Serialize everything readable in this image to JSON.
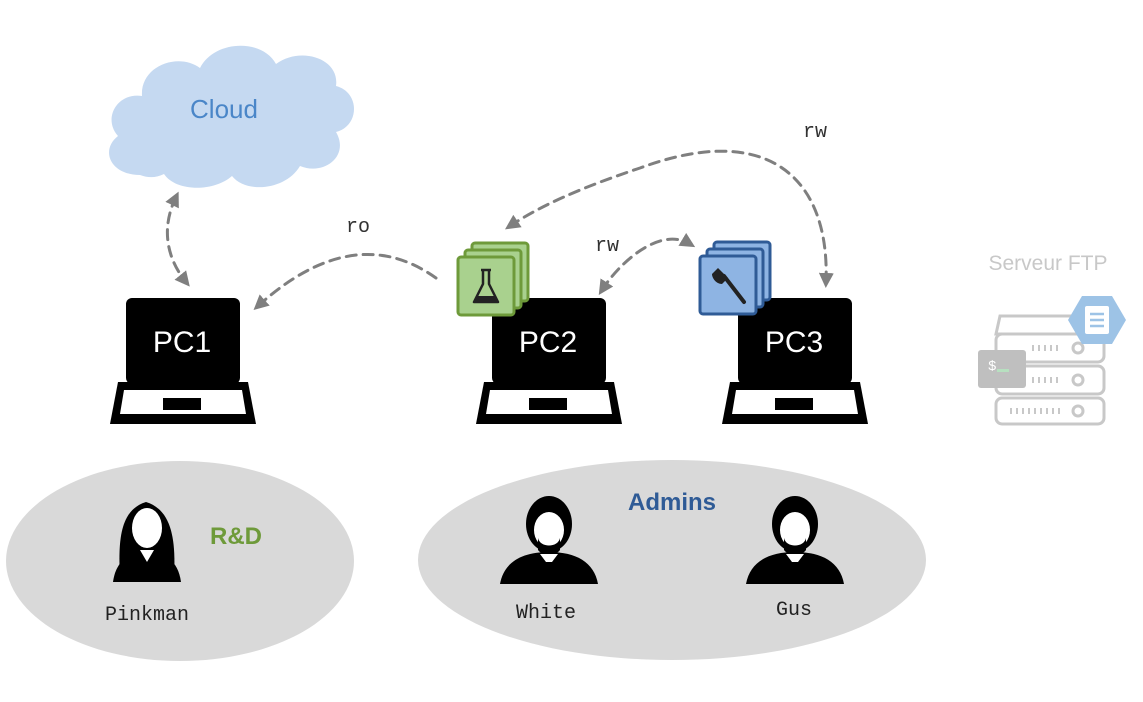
{
  "cloud": {
    "label": "Cloud",
    "color": "#4a86c8",
    "fill": "#c5d9f1"
  },
  "computers": [
    {
      "label": "PC1"
    },
    {
      "label": "PC2"
    },
    {
      "label": "PC3"
    }
  ],
  "connections": [
    {
      "label": "ro",
      "from": "PC2",
      "to": "PC1"
    },
    {
      "label": "rw",
      "from": "PC2",
      "to": "PC3"
    },
    {
      "label": "rw",
      "from": "PC3",
      "to": "PC2"
    }
  ],
  "server": {
    "label": "Serveur FTP",
    "prompt": "$",
    "color": "#c8c8c8"
  },
  "groups": [
    {
      "label": "R&D",
      "color": "#6e9a3a",
      "members": [
        "Pinkman"
      ]
    },
    {
      "label": "Admins",
      "color": "#2f5b96",
      "members": [
        "White",
        "Gus"
      ]
    }
  ],
  "colors": {
    "arrow": "#7f7f7f",
    "group_fill": "#d9d9d9",
    "flask_icon": "#a9d18e",
    "flask_border": "#6e9a3a",
    "axe_icon": "#8eb4e3",
    "axe_border": "#2f5b96"
  }
}
